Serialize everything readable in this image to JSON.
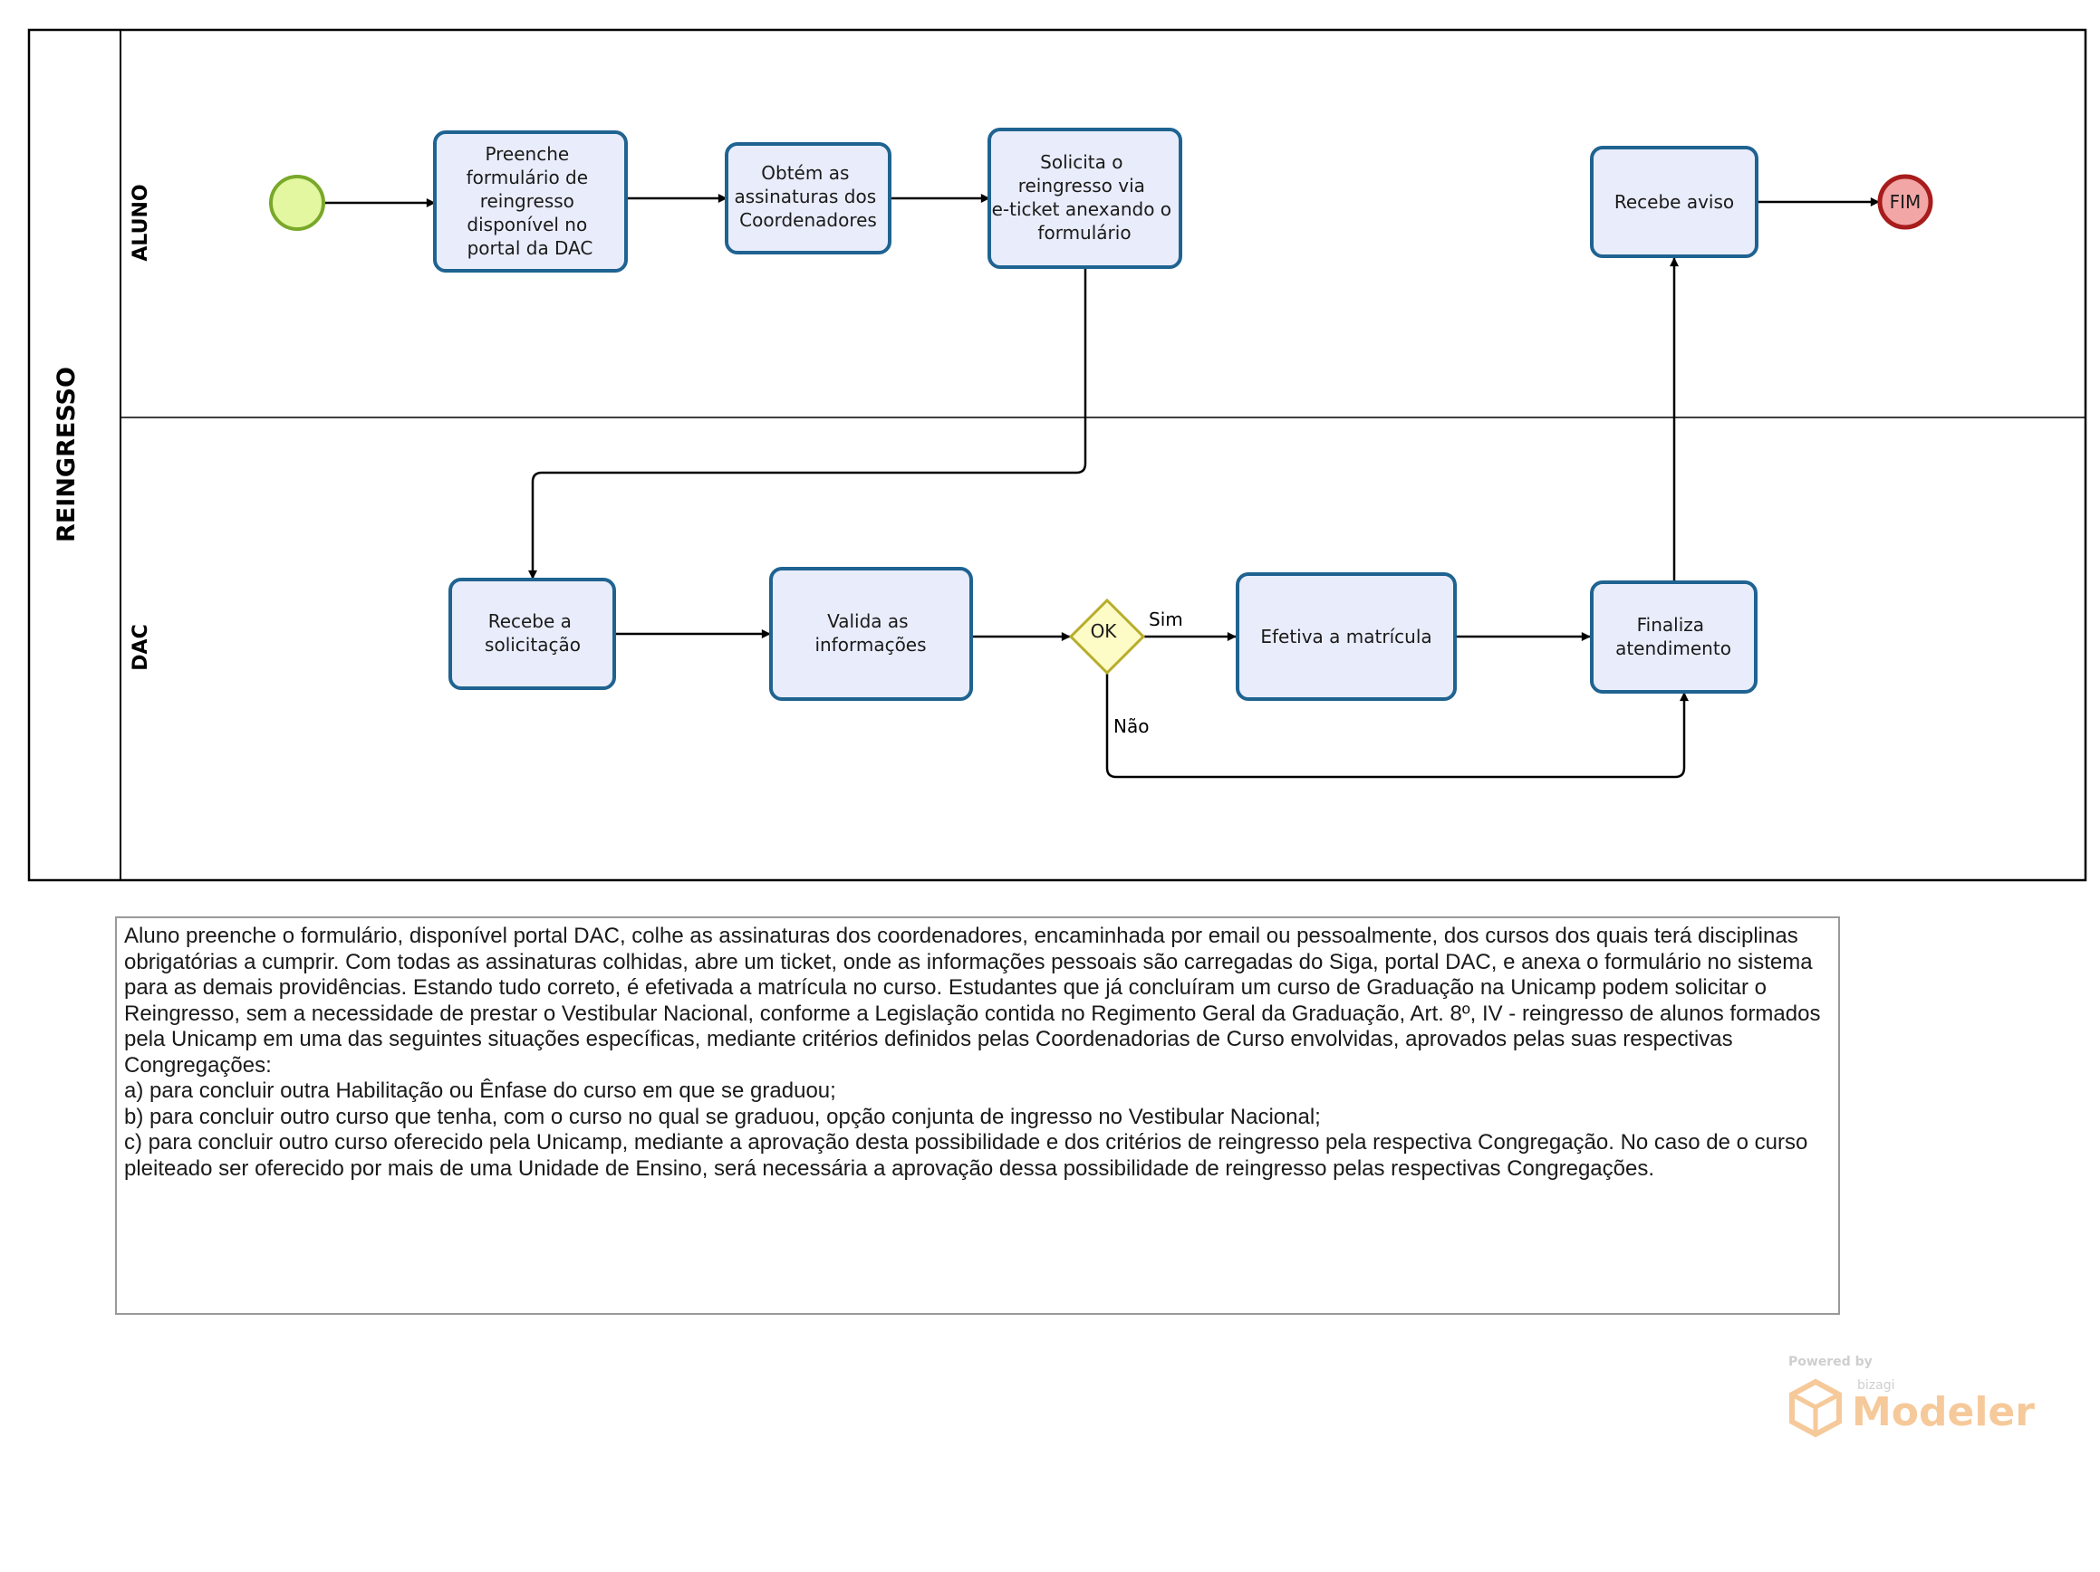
{
  "pool": {
    "label": "REINGRESSO"
  },
  "lanes": [
    {
      "label": "ALUNO"
    },
    {
      "label": "DAC"
    }
  ],
  "tasks": {
    "preenche": [
      "Preenche",
      "formulário de",
      "reingresso",
      "disponível no",
      "portal da DAC"
    ],
    "obtem": [
      "Obtém as",
      "assinaturas dos",
      "Coordenadores"
    ],
    "solicita": [
      "Solicita o",
      "reingresso via",
      "e-ticket anexando o",
      "formulário"
    ],
    "recebe_aviso": [
      "Recebe aviso"
    ],
    "recebe_solicitacao": [
      "Recebe a",
      "solicitação"
    ],
    "valida": [
      "Valida as",
      "informações"
    ],
    "efetiva": [
      "Efetiva a matrícula"
    ],
    "finaliza": [
      "Finaliza",
      "atendimento"
    ]
  },
  "gateway": {
    "label": "OK"
  },
  "end_event": {
    "label": "FIM"
  },
  "flow_labels": {
    "yes": "Sim",
    "no": "Não"
  },
  "annotation_text": "Aluno preenche o formulário, disponível portal DAC, colhe as assinaturas dos coordenadores, encaminhada por email ou pessoalmente, dos cursos dos quais terá disciplinas obrigatórias a cumprir. Com todas as assinaturas colhidas, abre um ticket, onde as informações pessoais são carregadas do Siga, portal DAC, e anexa o formulário no sistema para as demais providências. Estando tudo correto, é efetivada a matrícula no curso. Estudantes que já concluíram um curso de Graduação na Unicamp podem solicitar o Reingresso, sem a necessidade de prestar o Vestibular Nacional, conforme a Legislação contida no Regimento Geral da Graduação, Art. 8º, IV - reingresso de alunos formados pela Unicamp em uma das seguintes situações específicas, mediante critérios definidos pelas Coordenadorias de Curso envolvidas, aprovados pelas suas respectivas Congregações:\na) para concluir outra Habilitação ou Ênfase do curso em que se graduou;\nb) para concluir outro curso que tenha, com o curso no qual se graduou, opção conjunta de ingresso no Vestibular Nacional;\nc) para concluir outro curso oferecido pela Unicamp, mediante a aprovação desta possibilidade e dos critérios de reingresso pela respectiva Congregação. No caso de o curso pleiteado ser oferecido por mais de uma Unidade de Ensino, será necessária a aprovação dessa possibilidade de reingresso pelas respectivas Congregações.",
  "watermark": {
    "powered": "Powered by",
    "brand": "bizagi",
    "name": "Modeler"
  },
  "colors": {
    "task_fill": "#e9edfb",
    "task_border": "#1f6391",
    "start_fill": "#e2f7a0",
    "start_border": "#79a82a",
    "end_fill": "#f2a6a6",
    "end_border": "#a81c1c",
    "gateway_fill": "#fdfbc6",
    "gateway_border": "#b7ad2a"
  }
}
